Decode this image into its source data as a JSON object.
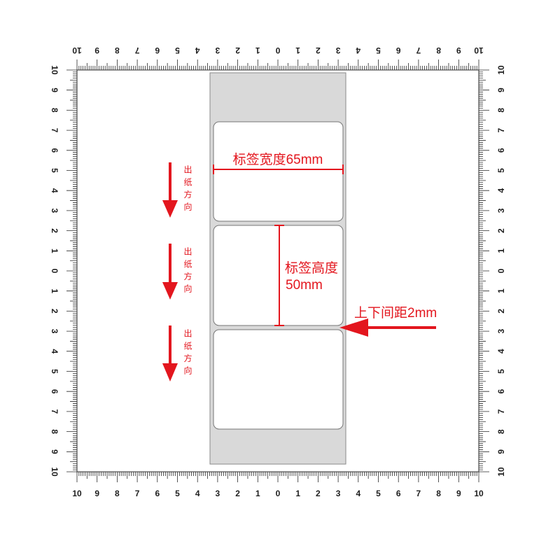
{
  "rulers": {
    "top": {
      "labels": [
        "10",
        "9",
        "8",
        "7",
        "6",
        "5",
        "4",
        "3",
        "2",
        "1",
        "0",
        "1",
        "2",
        "3",
        "4",
        "5",
        "6",
        "7",
        "8",
        "9",
        "10"
      ]
    },
    "bottom": {
      "labels": [
        "10",
        "9",
        "8",
        "7",
        "6",
        "5",
        "4",
        "3",
        "2",
        "1",
        "0",
        "1",
        "2",
        "3",
        "4",
        "5",
        "6",
        "7",
        "8",
        "9",
        "10"
      ]
    },
    "left": {
      "labels": [
        "10",
        "9",
        "8",
        "7",
        "6",
        "5",
        "4",
        "3",
        "2",
        "1",
        "0",
        "1",
        "2",
        "3",
        "4",
        "5",
        "6",
        "7",
        "8",
        "9",
        "10"
      ]
    },
    "right": {
      "labels": [
        "10",
        "9",
        "8",
        "7",
        "6",
        "5",
        "4",
        "3",
        "2",
        "1",
        "0",
        "1",
        "2",
        "3",
        "4",
        "5",
        "6",
        "7",
        "8",
        "9",
        "10"
      ]
    }
  },
  "annotations": {
    "label_width": "标签宽度65mm",
    "label_height": {
      "line1": "标签高度",
      "line2": "50mm"
    },
    "gap": "上下间距2mm",
    "feed_direction": [
      "出纸方向",
      "出纸方向",
      "出纸方向"
    ]
  },
  "icons": {
    "feed_direction": "arrow-down-icon",
    "gap_pointer": "arrow-left-icon"
  },
  "colors": {
    "annotation_red": "#e3161e",
    "backing_strip": "#d9d9d9",
    "label_face": "#ffffff"
  }
}
